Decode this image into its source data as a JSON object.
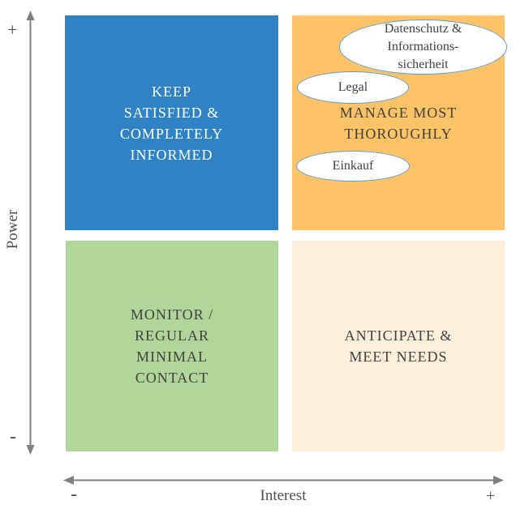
{
  "axes": {
    "y": {
      "label": "Power",
      "plus_label": "+",
      "minus_label": "-"
    },
    "x": {
      "label": "Interest",
      "plus_label": "+",
      "minus_label": "-"
    }
  },
  "quadrants": [
    {
      "name": "keep-satisfied",
      "lines": [
        "KEEP",
        "SATISFIED &",
        "COMPLETELY",
        "INFORMED"
      ],
      "color": "#2F82C4",
      "text_color": "#FFFFFF"
    },
    {
      "name": "manage-most-thoroughly",
      "lines": [
        "MANAGE MOST",
        "THOROUGHLY"
      ],
      "color": "#FEC367",
      "text_color": "#404040"
    },
    {
      "name": "monitor-regular-minimal-contact",
      "lines": [
        "MONITOR /",
        "REGULAR",
        "MINIMAL",
        "CONTACT"
      ],
      "color": "#B1D69A",
      "text_color": "#404040"
    },
    {
      "name": "anticipate-meet-needs",
      "lines": [
        "ANTICIPATE &",
        "MEET NEEDS"
      ],
      "color": "#FEEFDA",
      "text_color": "#404040"
    }
  ],
  "stakeholders": [
    {
      "name": "datenschutz-informationssicherheit",
      "lines": [
        "Datenschutz &",
        "Informations-",
        "sicherheit"
      ]
    },
    {
      "name": "legal",
      "lines": [
        "Legal"
      ]
    },
    {
      "name": "einkauf",
      "lines": [
        "Einkauf"
      ]
    }
  ],
  "colors": {
    "axis": "#7F7F7F",
    "axis_text": "#4D4D4D",
    "ellipse_border": "#5B9BD5",
    "ellipse_fill": "#FFFFFF",
    "ellipse_text": "#404040"
  }
}
